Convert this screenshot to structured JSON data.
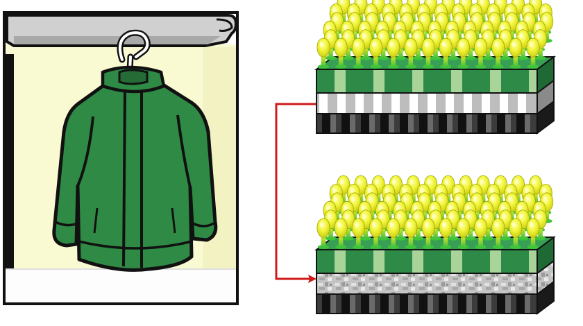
{
  "colors": {
    "wall": "#fafad2",
    "wall_shadow": "#eef0b8",
    "outline": "#111111",
    "rod": "#cfcfcf",
    "rod_dark": "#9a9a9a",
    "floor": "#fdfdfd",
    "jacket": "#2f8a45",
    "jacket_dark": "#246b36",
    "hanger": "#ffffff",
    "bulb_light": "#fbff5c",
    "bulb_mid": "#d8e02a",
    "bulb_base": "#3ec53a",
    "layer_green": "#2e8b47",
    "layer_green_light": "#a8d49a",
    "layer_gray": "#bcbcbc",
    "layer_white": "#ffffff",
    "layer_dark": "#3a3a3a",
    "layer_black": "#111111",
    "textured_gray": "#b9b9b9",
    "arrow": "#d11a1a"
  },
  "scene": {
    "left_panel": "closet-with-hanging-jacket",
    "right_panels": [
      "nanostructure-stack-top",
      "nanostructure-stack-bottom"
    ],
    "connector": "red-elbow-arrow"
  }
}
